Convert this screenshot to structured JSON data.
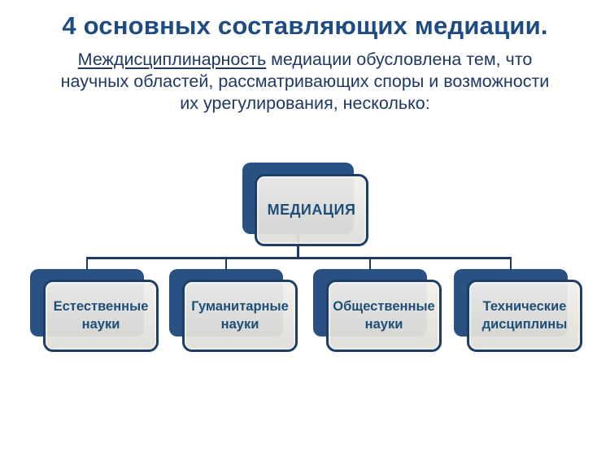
{
  "slide": {
    "title": "4 основных составляющих медиации.",
    "subtitle": {
      "lines": [
        {
          "underline": "Междисциплинарность",
          "text": " медиации обусловлена тем, что"
        },
        {
          "text": "научных областей,  рассматривающих споры и возможности"
        },
        {
          "text": "их урегулирования, несколько:"
        }
      ]
    }
  },
  "diagram": {
    "type": "org-chart",
    "root": {
      "label": "МЕДИАЦИЯ"
    },
    "children": [
      {
        "label": "Естественные науки"
      },
      {
        "label": "Гуманитарные науки"
      },
      {
        "label": "Общественные науки"
      },
      {
        "label": "Технические дисциплины"
      }
    ]
  },
  "colors": {
    "background": "#ffffff",
    "title_text": "#1e4c82",
    "body_text": "#1f3864",
    "node_shadow_fill": "#2a5183",
    "panel_border": "#1d3f66",
    "panel_fill_top": "#f2f1ed",
    "panel_fill_bottom": "#dedDD7",
    "node_label_text": "#1f4e79",
    "connector": "#1f3864"
  }
}
